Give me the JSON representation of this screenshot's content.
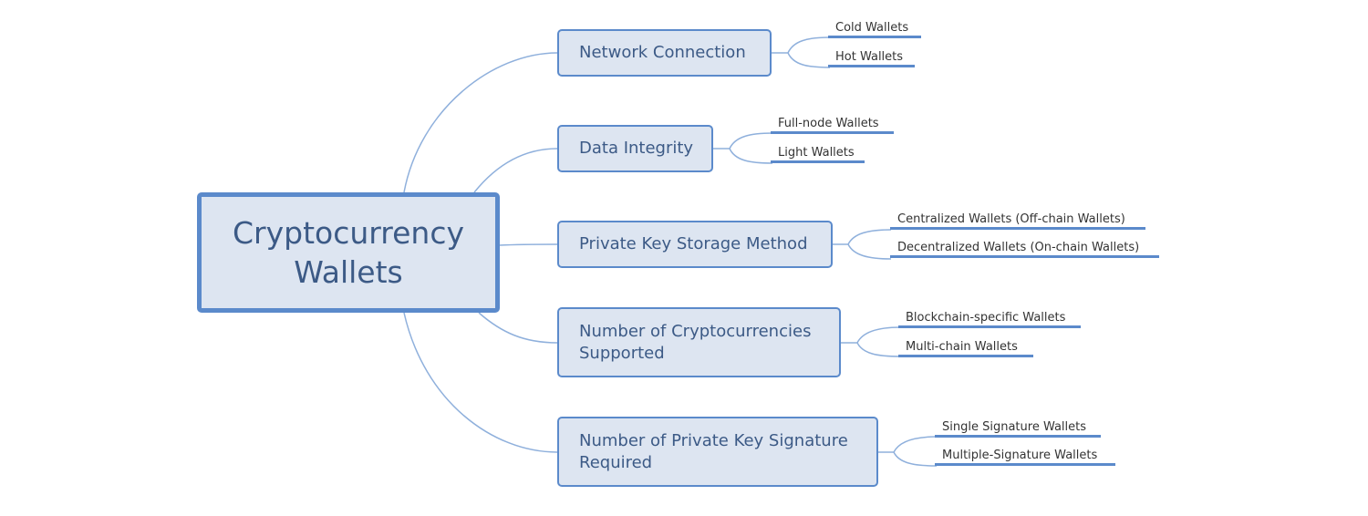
{
  "root": {
    "label": "Cryptocurrency Wallets"
  },
  "branches": [
    {
      "label": "Network Connection",
      "children": [
        "Cold Wallets",
        "Hot Wallets"
      ]
    },
    {
      "label": "Data Integrity",
      "children": [
        "Full-node Wallets",
        "Light Wallets"
      ]
    },
    {
      "label": "Private Key Storage Method",
      "children": [
        "Centralized Wallets (Off-chain Wallets)",
        "Decentralized Wallets (On-chain Wallets)"
      ]
    },
    {
      "label": "Number of Cryptocurrencies Supported",
      "children": [
        "Blockchain-specific Wallets",
        "Multi-chain Wallets"
      ]
    },
    {
      "label": "Number of Private Key Signature Required",
      "children": [
        "Single Signature Wallets",
        "Multiple-Signature Wallets"
      ]
    }
  ],
  "colors": {
    "line": "#5b8acb",
    "node_fill": "#dde5f1",
    "node_text": "#3c5a86",
    "leaf_text": "#333333"
  }
}
